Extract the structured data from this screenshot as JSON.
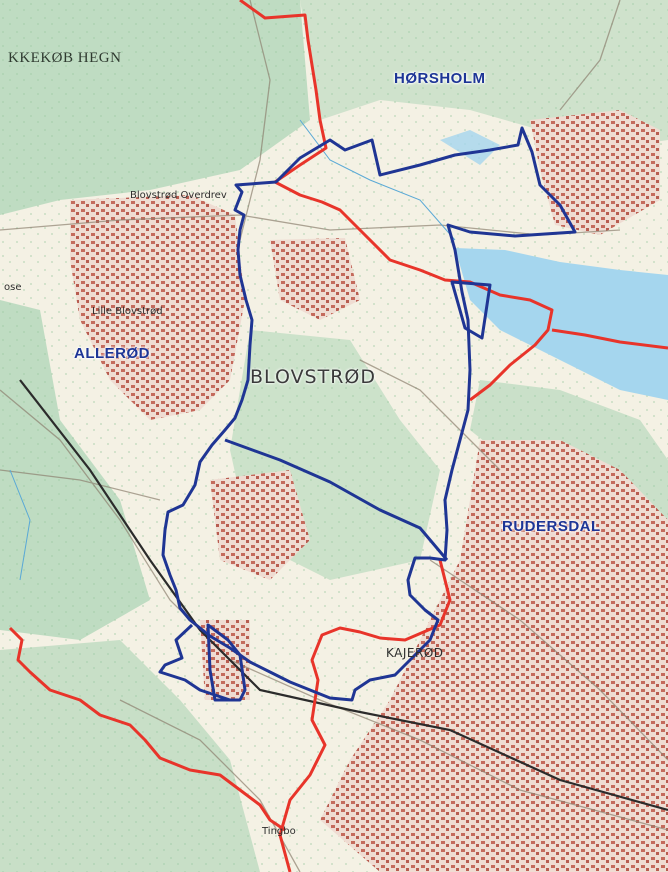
{
  "labels": {
    "horsholm": "HØRSHOLM",
    "allerod": "ALLERØD",
    "rudersdal": "RUDERSDAL",
    "blovstrod": "BLOVSTRØD",
    "kajerod": "KAJERØD",
    "forest": "KKEKØB HEGN",
    "overdrev": "Blovstrød Overdrev",
    "lille_blovstrod": "Lille Blovstrød",
    "rose": "ose",
    "tingbo": "Tingbo"
  },
  "colors": {
    "municipal_border": "#e8342a",
    "project_boundary": "#1f3594",
    "forest": "#bfdcc2",
    "lake": "#a5d6ee",
    "urban": "#c46a5c",
    "paper": "#f4f1e4"
  }
}
